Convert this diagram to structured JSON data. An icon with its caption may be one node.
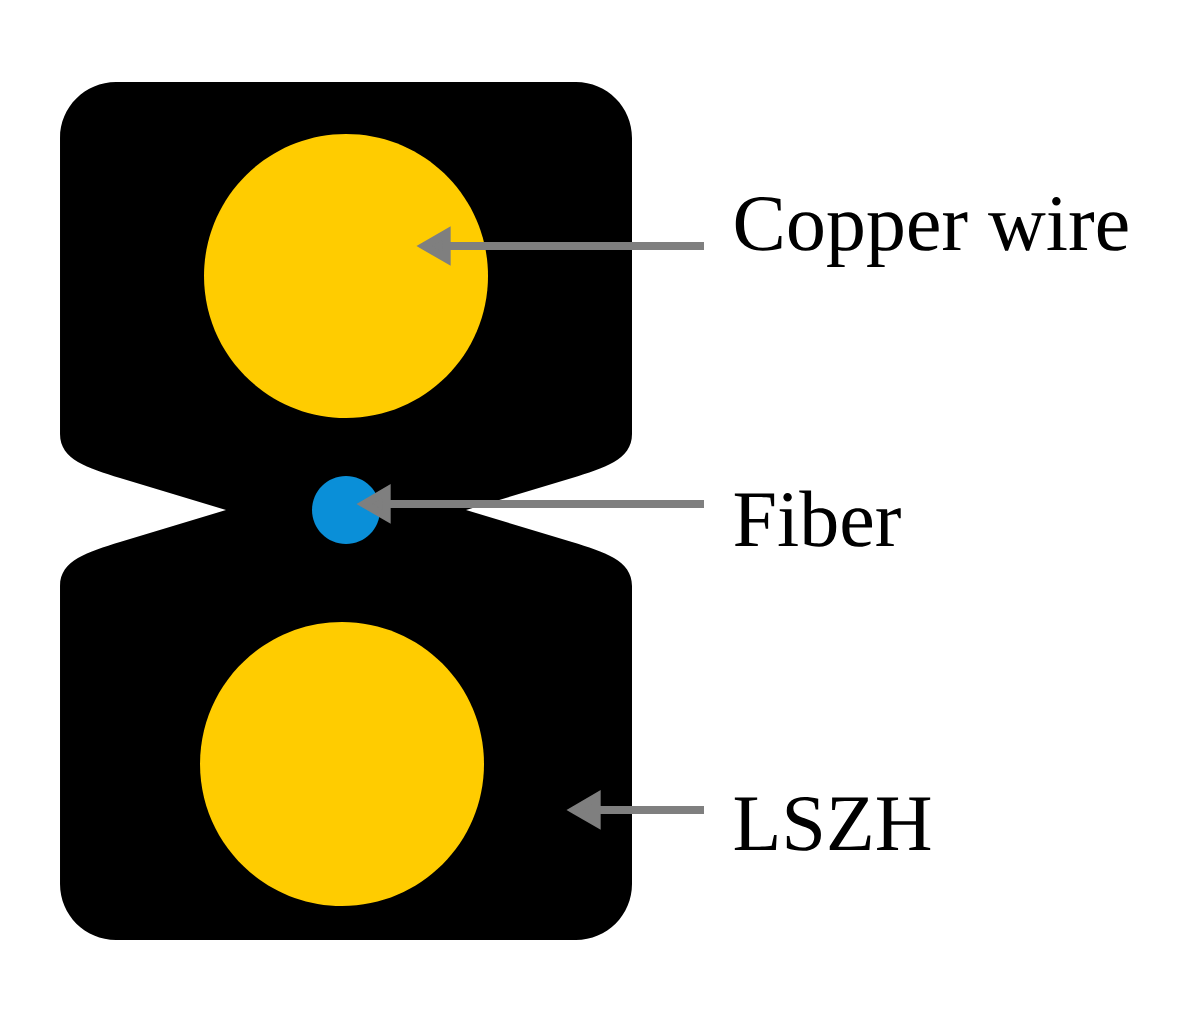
{
  "diagram": {
    "nodes": [
      {
        "text": [],
        "shape": "box"
      },
      {
        "text": [],
        "shape": "circle",
        "in": 0
      },
      {
        "text": [],
        "shape": "circle",
        "in": 0
      },
      {
        "text": [],
        "shape": "circle",
        "in": 0
      },
      {
        "text": [
          "Copper wire"
        ]
      },
      {
        "text": [
          "Fiber"
        ]
      },
      {
        "text": [
          "LSZH"
        ]
      }
    ],
    "edges": [
      {
        "from": 4,
        "to": 1,
        "arrow": "to"
      },
      {
        "from": 5,
        "to": 2,
        "arrow": "to"
      },
      {
        "from": 6,
        "to": 0,
        "arrow": "to"
      }
    ]
  }
}
